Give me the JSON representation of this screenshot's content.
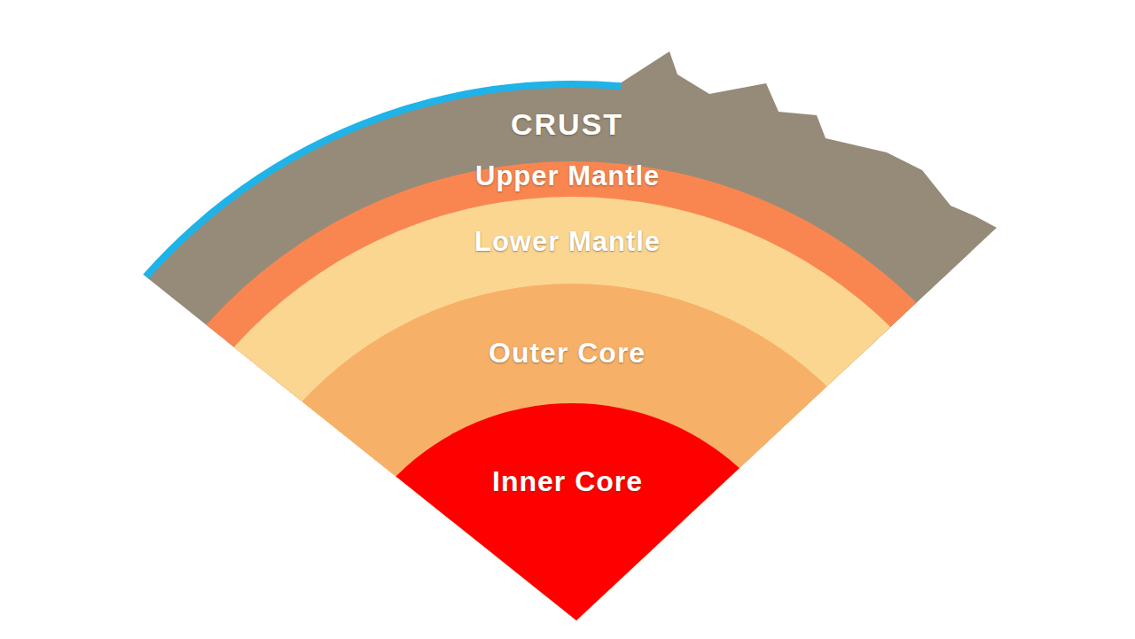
{
  "diagram": {
    "nodes": [
      {
        "text": [
          "CRUST"
        ]
      },
      {
        "text": [
          "Upper Mantle"
        ]
      },
      {
        "text": [
          "Lower Mantle"
        ]
      },
      {
        "text": [
          "Outer Core"
        ]
      },
      {
        "text": [
          "Inner Core"
        ]
      }
    ]
  }
}
